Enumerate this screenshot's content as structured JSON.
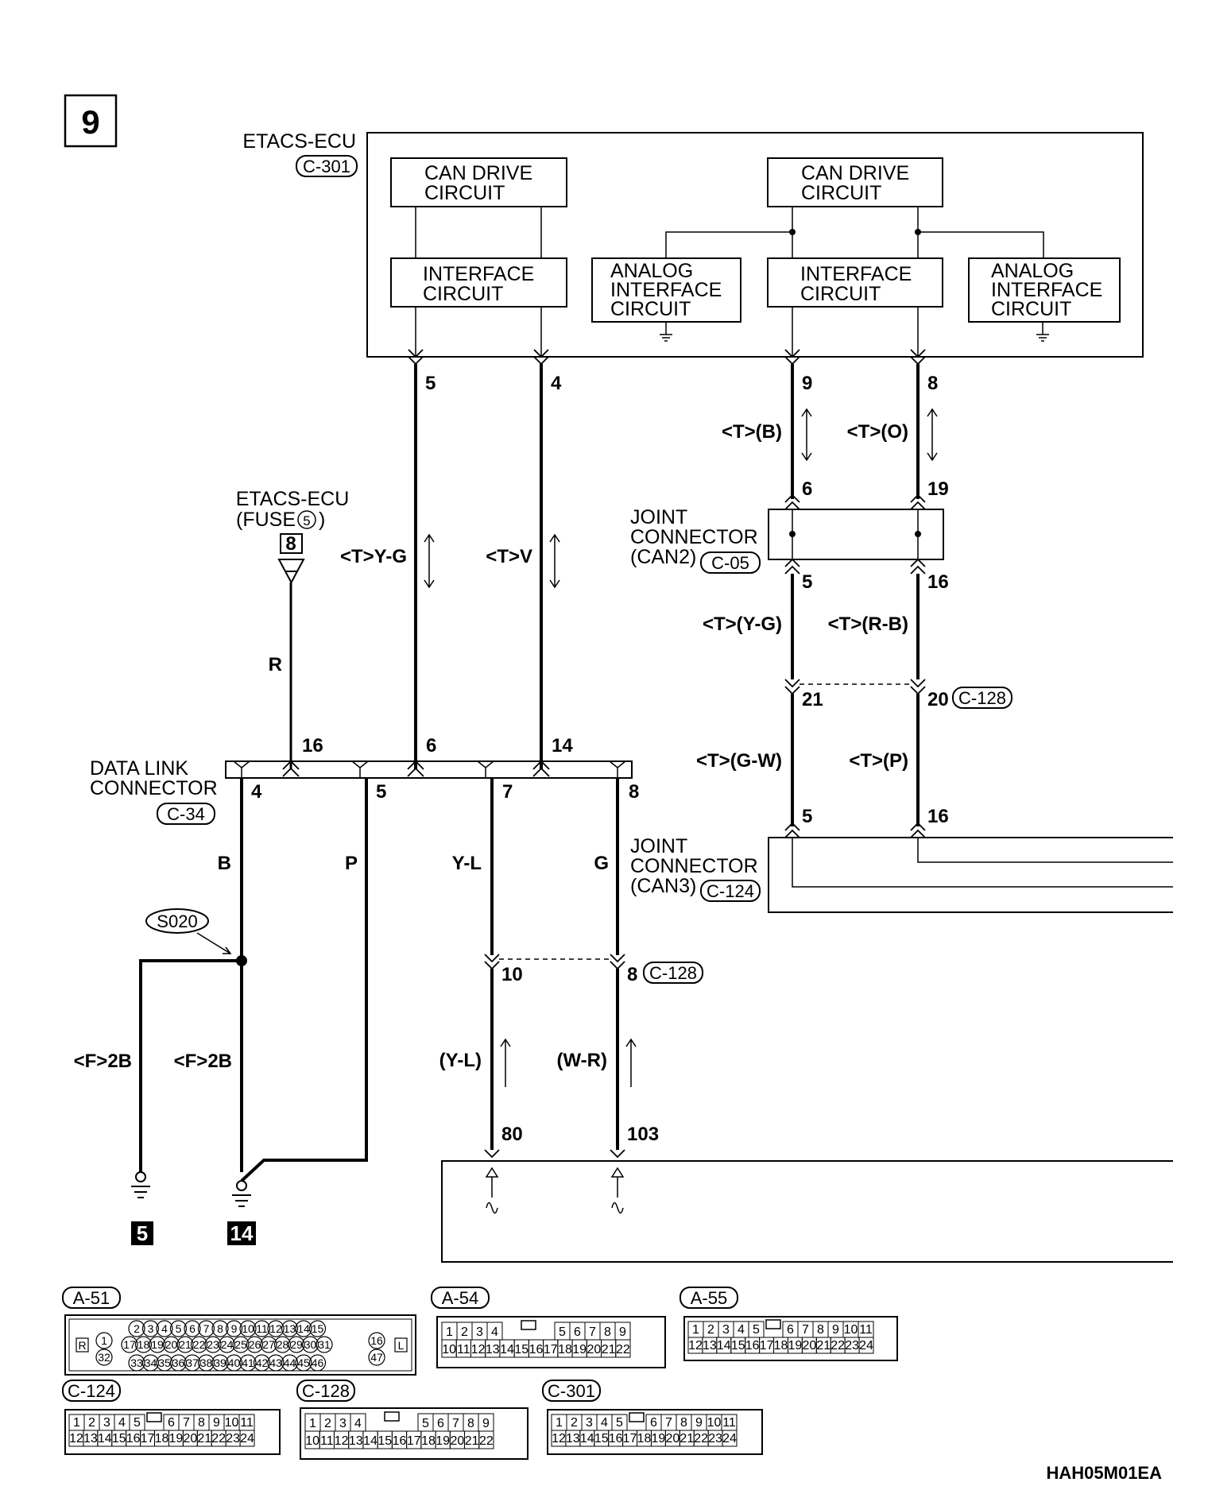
{
  "page_number": "9",
  "figure_code": "HAH05M01EA",
  "etacs": {
    "title": "ETACS-ECU",
    "conn": "C-301",
    "can_drive": "CAN DRIVE\nCIRCUIT",
    "interface": "INTERFACE\nCIRCUIT",
    "analog": "ANALOG\nINTERFACE\nCIRCUIT"
  },
  "fuse": {
    "title": "ETACS-ECU",
    "sub": "(FUSE",
    "num": "5",
    "sub_end": ")",
    "terminal": "8"
  },
  "data_link": {
    "title": "DATA LINK\nCONNECTOR",
    "conn": "C-34"
  },
  "joint2": {
    "title": "JOINT\nCONNECTOR\n(CAN2)",
    "conn": "C-05"
  },
  "joint3": {
    "title": "JOINT\nCONNECTOR\n(CAN3)",
    "conn": "C-124"
  },
  "c128": "C-128",
  "splice": "S020",
  "grounds": [
    "5",
    "14"
  ],
  "pins": {
    "etacs_a": "5",
    "etacs_b": "4",
    "etacs_c": "9",
    "etacs_d": "8",
    "j2_in_a": "6",
    "j2_in_b": "19",
    "j2_out_a": "5",
    "j2_out_b": "16",
    "c128_a": "21",
    "c128_b": "20",
    "j3_a": "5",
    "j3_b": "16",
    "dlc_16": "16",
    "dlc_6": "6",
    "dlc_14": "14",
    "dlc_4": "4",
    "dlc_5": "5",
    "dlc_7": "7",
    "dlc_8": "8",
    "c128_10": "10",
    "c128_8": "8",
    "bot_80": "80",
    "bot_103": "103"
  },
  "wires": {
    "etacs_a": "<T>Y-G",
    "etacs_b": "<T>V",
    "c_b": "<T>(B)",
    "c_o": "<T>(O)",
    "c_yg": "<T>(Y-G)",
    "c_rb": "<T>(R-B)",
    "c_gw": "<T>(G-W)",
    "c_p": "<T>(P)",
    "fuse_r": "R",
    "dlc_b": "B",
    "dlc_p": "P",
    "dlc_yl": "Y-L",
    "dlc_g": "G",
    "gnd_a": "<F>2B",
    "gnd_b": "<F>2B",
    "lower_yl": "(Y-L)",
    "lower_wr": "(W-R)"
  },
  "connector_faces": [
    {
      "id": "A-51",
      "style": "round",
      "rows": [
        [
          "1",
          "2",
          "3",
          "4",
          "5",
          "6",
          "7",
          "8",
          "9",
          "10",
          "11",
          "12",
          "13",
          "14",
          "15",
          "16"
        ],
        [
          "R",
          "17",
          "18",
          "19",
          "20",
          "21",
          "22",
          "23",
          "24",
          "25",
          "26",
          "27",
          "28",
          "29",
          "30",
          "31",
          "L"
        ],
        [
          "32",
          "33",
          "34",
          "35",
          "36",
          "37",
          "38",
          "39",
          "40",
          "41",
          "42",
          "43",
          "44",
          "45",
          "46",
          "47"
        ]
      ]
    },
    {
      "id": "A-54",
      "style": "box",
      "rows": [
        [
          "1",
          "2",
          "3",
          "4",
          "5",
          "6",
          "7",
          "8",
          "9"
        ],
        [
          "10",
          "11",
          "12",
          "13",
          "14",
          "15",
          "16",
          "17",
          "18",
          "19",
          "20",
          "21",
          "22"
        ]
      ]
    },
    {
      "id": "A-55",
      "style": "box",
      "rows": [
        [
          "1",
          "2",
          "3",
          "4",
          "5",
          "6",
          "7",
          "8",
          "9",
          "10",
          "11"
        ],
        [
          "12",
          "13",
          "14",
          "15",
          "16",
          "17",
          "18",
          "19",
          "20",
          "21",
          "22",
          "23",
          "24"
        ]
      ]
    },
    {
      "id": "C-124",
      "style": "box",
      "rows": [
        [
          "1",
          "2",
          "3",
          "4",
          "5",
          "6",
          "7",
          "8",
          "9",
          "10",
          "11"
        ],
        [
          "12",
          "13",
          "14",
          "15",
          "16",
          "17",
          "18",
          "19",
          "20",
          "21",
          "22",
          "23",
          "24"
        ]
      ]
    },
    {
      "id": "C-128",
      "style": "box",
      "rows": [
        [
          "1",
          "2",
          "3",
          "4",
          "5",
          "6",
          "7",
          "8",
          "9"
        ],
        [
          "10",
          "11",
          "12",
          "13",
          "14",
          "15",
          "16",
          "17",
          "18",
          "19",
          "20",
          "21",
          "22"
        ]
      ]
    },
    {
      "id": "C-301",
      "style": "box",
      "rows": [
        [
          "1",
          "2",
          "3",
          "4",
          "5",
          "6",
          "7",
          "8",
          "9",
          "10",
          "11"
        ],
        [
          "12",
          "13",
          "14",
          "15",
          "16",
          "17",
          "18",
          "19",
          "20",
          "21",
          "22",
          "23",
          "24"
        ]
      ]
    }
  ]
}
